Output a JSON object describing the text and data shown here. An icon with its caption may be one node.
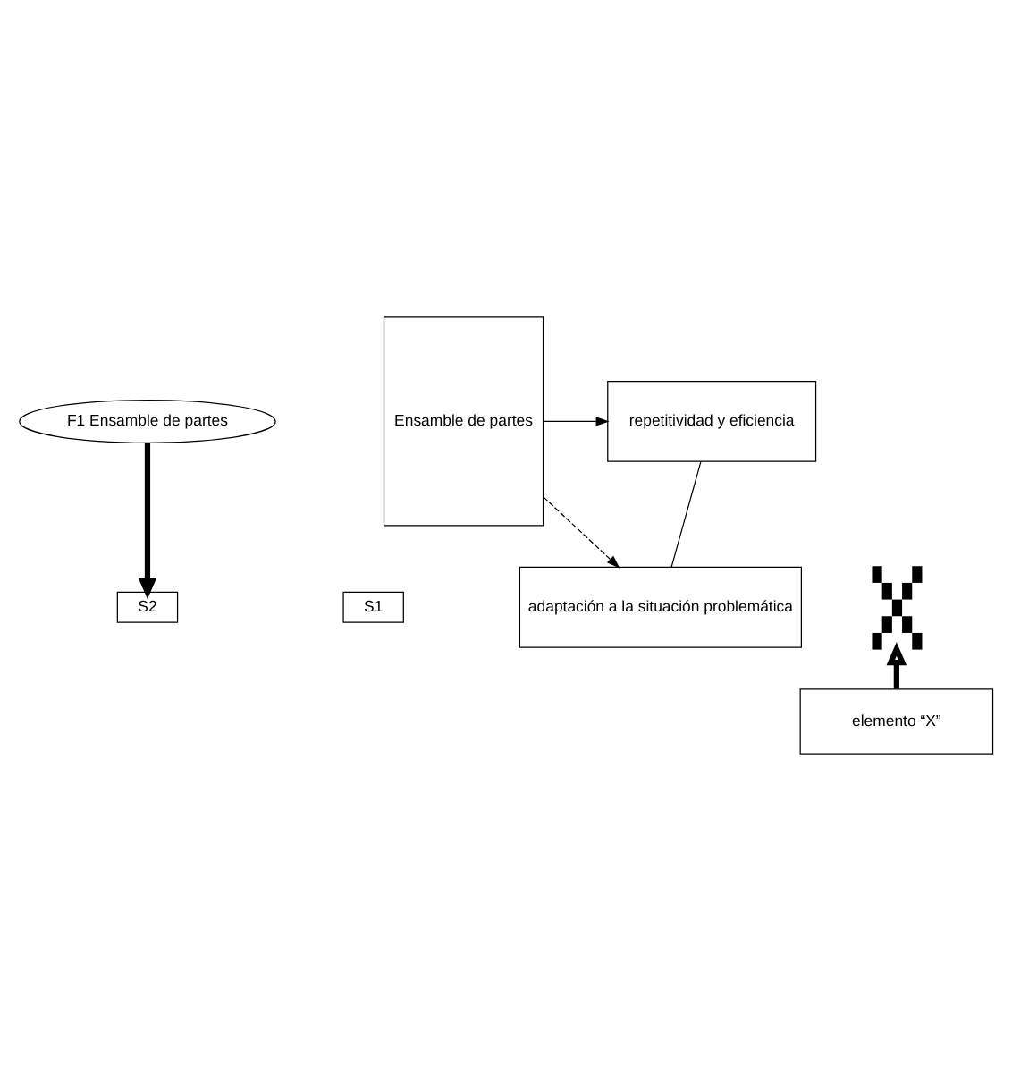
{
  "diagram": {
    "nodes": [
      {
        "text": [
          "F1 Ensamble de partes"
        ]
      },
      {
        "text": [
          "S1"
        ]
      },
      {
        "text": [
          "Ensamble de partes"
        ]
      },
      {
        "text": [
          "S2"
        ]
      },
      {
        "text": [
          "repetitividad y eficiencia"
        ]
      },
      {
        "text": [
          "adaptación a la situación problemática"
        ]
      },
      {
        "text": [
          "elemento “X”"
        ]
      },
      {
        "text": [],
        "shape": "cross"
      }
    ],
    "edges": [
      {
        "from": 0,
        "to": 3,
        "arrow": "to",
        "style": "thick"
      },
      {
        "from": 2,
        "to": 4,
        "arrow": "to"
      },
      {
        "from": 4,
        "to": 5,
        "arrow": "none"
      },
      {
        "from": 2,
        "to": 5,
        "arrow": "to",
        "style": "dashed"
      },
      {
        "from": 6,
        "to": 7,
        "arrow": "to",
        "style": "thick"
      }
    ]
  }
}
